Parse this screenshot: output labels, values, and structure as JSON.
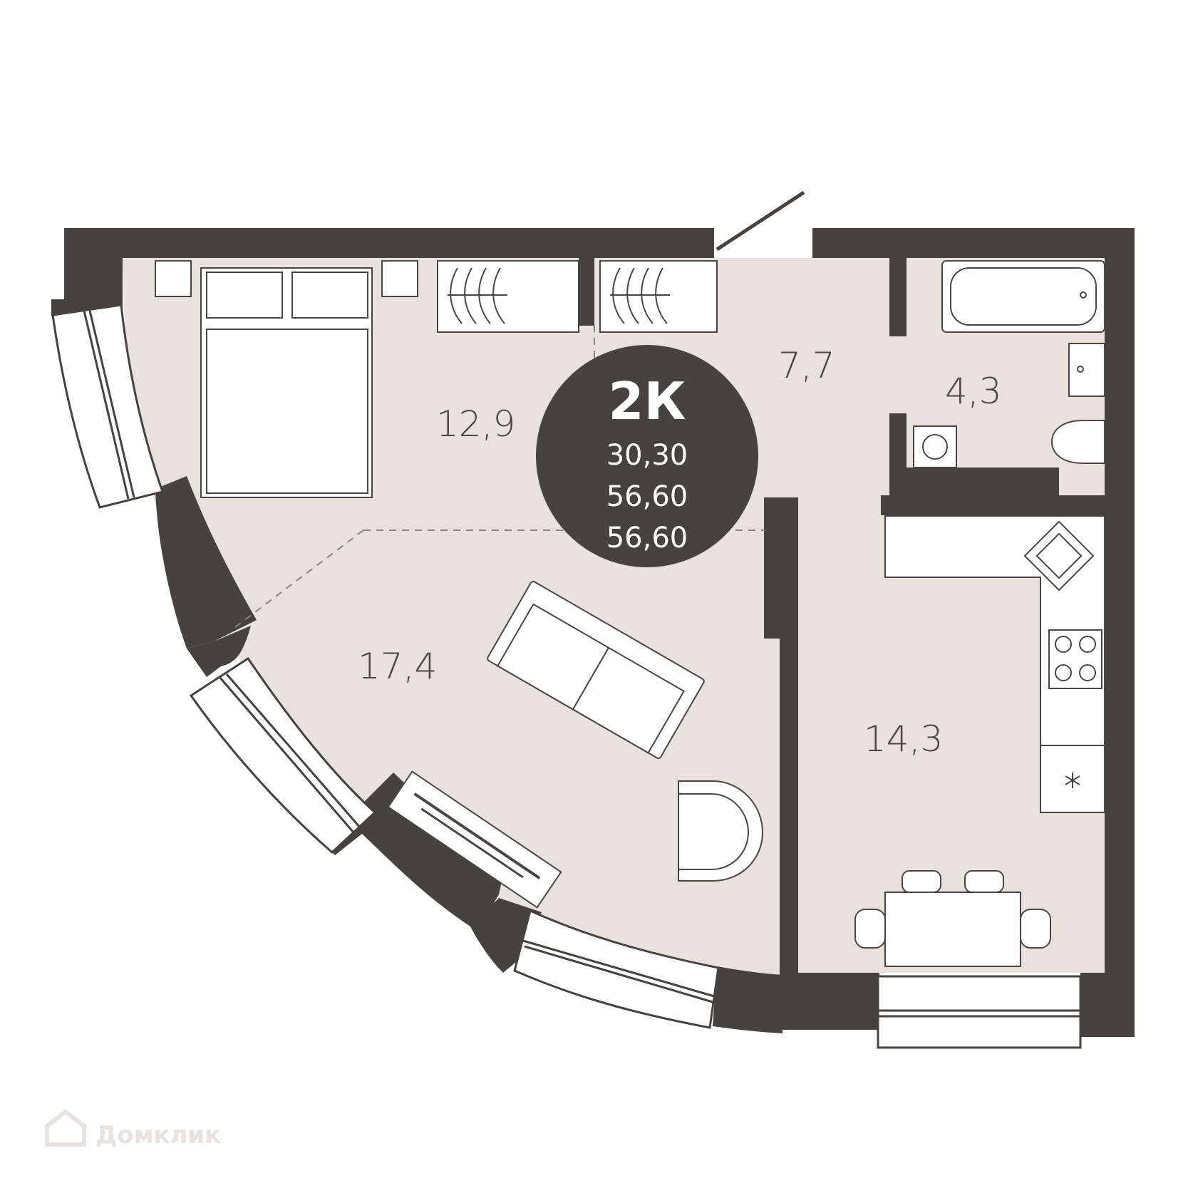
{
  "colors": {
    "wall": "#46423f",
    "floor": "#e8e2dc",
    "furniture_stroke": "#4a4542",
    "badge": "#46423f",
    "watermark": "#e6e3e1"
  },
  "badge": {
    "type": "2К",
    "living_area": "30,30",
    "total_area": "56,60",
    "total_area_2": "56,60"
  },
  "rooms": {
    "bedroom": "12,9",
    "hall": "7,7",
    "bathroom": "4,3",
    "living": "17,4",
    "kitchen": "14,3"
  },
  "watermark": {
    "text": "Домклик",
    "icon": "house-logo-icon"
  }
}
